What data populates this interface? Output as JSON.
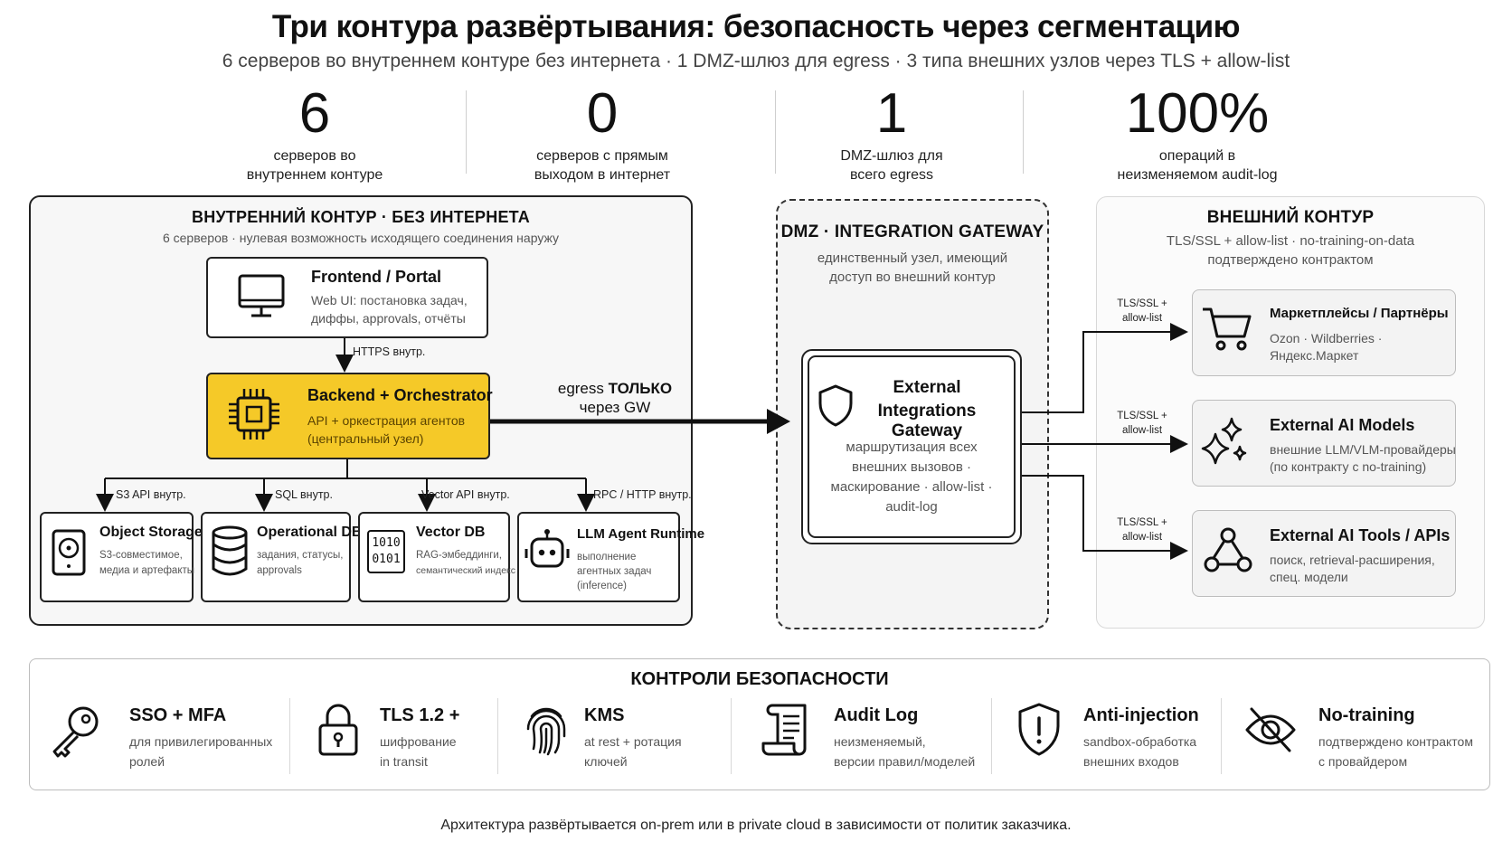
{
  "header": {
    "title": "Три контура развёртывания: безопасность через сегментацию",
    "subtitle": "6 серверов во внутреннем контуре без интернета · 1 DMZ-шлюз для egress · 3 типа внешних узлов через TLS + allow-list"
  },
  "stats": [
    {
      "value": "6",
      "label_line1": "серверов во",
      "label_line2": "внутреннем контуре"
    },
    {
      "value": "0",
      "label_line1": "серверов с прямым",
      "label_line2": "выходом в интернет"
    },
    {
      "value": "1",
      "label_line1": "DMZ-шлюз для",
      "label_line2": "всего egress"
    },
    {
      "value": "100%",
      "label_line1": "операций в",
      "label_line2": "неизменяемом audit-log"
    }
  ],
  "inner": {
    "title": "ВНУТРЕННИЙ КОНТУР · БЕЗ ИНТЕРНЕТА",
    "subtitle": "6 серверов · нулевая возможность исходящего соединения наружу",
    "frontend": {
      "title": "Frontend / Portal",
      "desc1": "Web UI: постановка задач,",
      "desc2": "диффы, approvals, отчёты"
    },
    "https_label": "HTTPS внутр.",
    "backend": {
      "title": "Backend + Orchestrator",
      "desc1": "API + оркестрация агентов",
      "desc2": "(центральный узел)"
    },
    "egress_label_prefix": "egress ",
    "egress_label_bold": "ТОЛЬКО",
    "egress_label_line2": "через GW",
    "links": [
      "S3 API внутр.",
      "SQL внутр.",
      "Vector API внутр.",
      "RPC / HTTP внутр."
    ],
    "services": [
      {
        "title": "Object Storage",
        "desc1": "S3-совместимое,",
        "desc2": "медиа и артефакты",
        "desc3": ""
      },
      {
        "title": "Operational DB",
        "desc1": "задания, статусы,",
        "desc2": "approvals",
        "desc3": ""
      },
      {
        "title": "Vector DB",
        "desc1": "RAG-эмбеддинги,",
        "desc2": "семантический индекс",
        "desc3": "",
        "icon_text1": "1010",
        "icon_text2": "0101"
      },
      {
        "title": "LLM Agent Runtime",
        "desc1": "выполнение",
        "desc2": "агентных задач",
        "desc3": "(inference)"
      }
    ]
  },
  "dmz": {
    "title": "DMZ · INTEGRATION GATEWAY",
    "sub1": "единственный узел, имеющий",
    "sub2": "доступ во внешний контур",
    "gateway": {
      "title1": "External",
      "title2": "Integrations Gateway",
      "desc1": "маршрутизация всех",
      "desc2": "внешних вызовов ·",
      "desc3": "маскирование · allow-list ·",
      "desc4": "audit-log"
    }
  },
  "external": {
    "title": "ВНЕШНИЙ КОНТУР",
    "sub1": "TLS/SSL + allow-list · no-training-on-data",
    "sub2": "подтверждено контрактом",
    "tls_line1": "TLS/SSL +",
    "tls_line2": "allow-list",
    "nodes": [
      {
        "title": "Маркетплейсы / Партнёры",
        "desc1": "Ozon · Wildberries ·",
        "desc2": "Яндекс.Маркет"
      },
      {
        "title": "External AI Models",
        "desc1": "внешние LLM/VLM-провайдеры",
        "desc2": "(по контракту с no-training)"
      },
      {
        "title": "External AI Tools / APIs",
        "desc1": "поиск, retrieval-расширения,",
        "desc2": "спец. модели"
      }
    ]
  },
  "controls": {
    "title": "КОНТРОЛИ БЕЗОПАСНОСТИ",
    "items": [
      {
        "title": "SSO + MFA",
        "desc1": "для привилегированных",
        "desc2": "ролей",
        "icon": "key-icon"
      },
      {
        "title": "TLS 1.2 +",
        "desc1": "шифрование",
        "desc2": "in transit",
        "icon": "lock-icon"
      },
      {
        "title": "KMS",
        "desc1": "at rest + ротация",
        "desc2": "ключей",
        "icon": "fingerprint-icon"
      },
      {
        "title": "Audit Log",
        "desc1": "неизменяемый,",
        "desc2": "версии правил/моделей",
        "icon": "scroll-icon"
      },
      {
        "title": "Anti-injection",
        "desc1": "sandbox-обработка",
        "desc2": "внешних входов",
        "icon": "shield-alert-icon"
      },
      {
        "title": "No-training",
        "desc1": "подтверждено контрактом",
        "desc2": "с провайдером",
        "icon": "eye-off-icon"
      }
    ]
  },
  "footer": {
    "text": "Архитектура развёртывается on-prem или в private cloud в зависимости от политик заказчика."
  },
  "colors": {
    "accent": "#f5c928",
    "ink": "#111111",
    "muted": "#555555"
  }
}
